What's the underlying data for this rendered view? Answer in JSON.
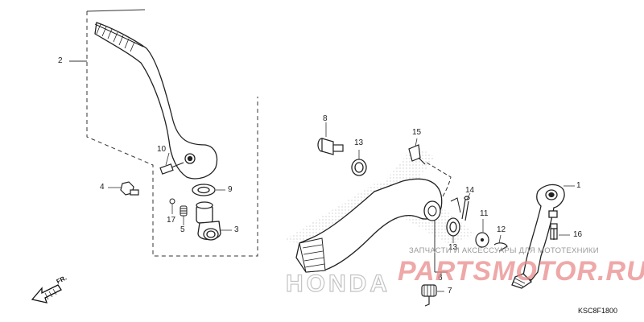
{
  "callouts": [
    {
      "id": "c1",
      "text": "1"
    },
    {
      "id": "c2",
      "text": "2"
    },
    {
      "id": "c3",
      "text": "3"
    },
    {
      "id": "c4",
      "text": "4"
    },
    {
      "id": "c5",
      "text": "5"
    },
    {
      "id": "c6",
      "text": "6"
    },
    {
      "id": "c7",
      "text": "7"
    },
    {
      "id": "c8",
      "text": "8"
    },
    {
      "id": "c9",
      "text": "9"
    },
    {
      "id": "c10",
      "text": "10"
    },
    {
      "id": "c11",
      "text": "11"
    },
    {
      "id": "c12",
      "text": "12"
    },
    {
      "id": "c13a",
      "text": "13"
    },
    {
      "id": "c13b",
      "text": "13"
    },
    {
      "id": "c14",
      "text": "14"
    },
    {
      "id": "c15",
      "text": "15"
    },
    {
      "id": "c16",
      "text": "16"
    },
    {
      "id": "c17",
      "text": "17"
    }
  ],
  "watermark": {
    "text": "ЗАПЧАСТИ И АКСЕССУАРЫ ДЛЯ МОТОТЕХНИКИ",
    "logo": "PARTSMOTOR.RU",
    "brand": "HONDA",
    "logo_color": "#e98b8b"
  },
  "diagram_code": "KSC8F1800",
  "direction_label": "FR."
}
